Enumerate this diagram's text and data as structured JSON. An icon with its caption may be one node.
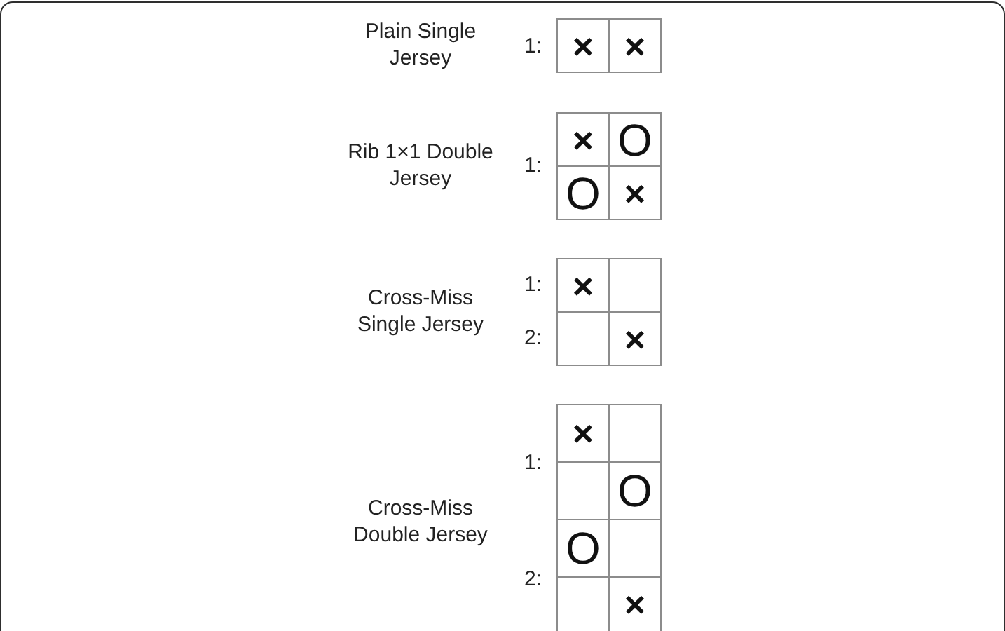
{
  "diagram": {
    "labels": [
      "Plain Single Jersey",
      "1:",
      "×",
      "×",
      "Rib 1×1 Double Jersey",
      "1:",
      "×",
      "O",
      "O",
      "×",
      "Cross-Miss Single Jersey",
      "1:",
      "×",
      "2:",
      "×",
      "Cross-Miss Double Jersey",
      "1:",
      "×",
      "O",
      "2:",
      "O",
      "×"
    ]
  }
}
